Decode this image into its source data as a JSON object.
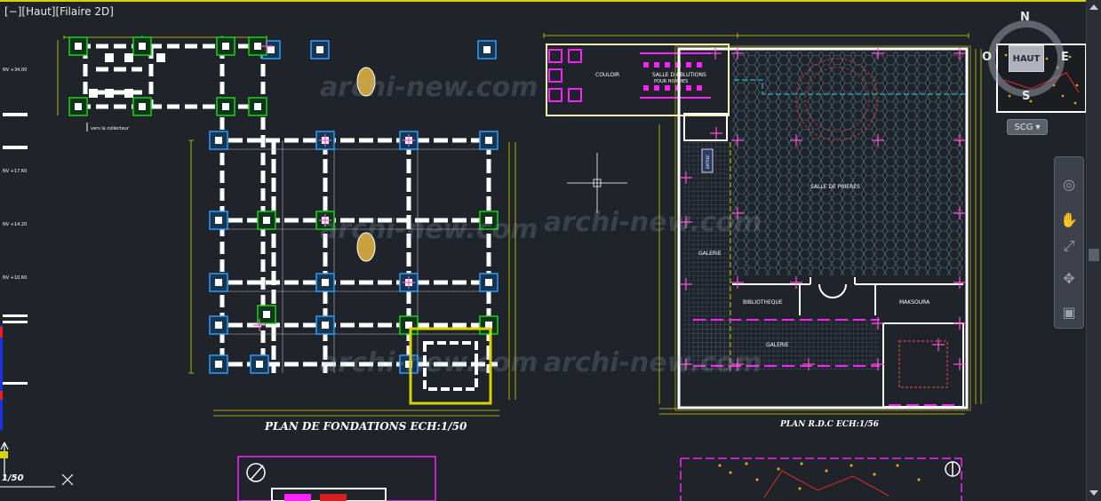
{
  "viewport": {
    "label_minus": "[−]",
    "label_view": "[Haut]",
    "label_style": "[Filaire 2D]"
  },
  "viewcube": {
    "north": "N",
    "west": "O",
    "east": "E",
    "south": "S",
    "face": "HAUT"
  },
  "scg": {
    "label": "SCG"
  },
  "drawing": {
    "foundation_title": "PLAN DE FONDATIONS  ECH:1/50",
    "ground_floor_title": "PLAN R.D.C ECH:1/56",
    "vers_collecteur": "vers la collecteur",
    "rooms": {
      "prayer_hall": "SALLE DE PRIERES",
      "gallery_left": "GALERIE",
      "gallery_bottom": "GALERIE",
      "library": "BIBLIOTHEQUE",
      "maksoura": "MAKSOURA",
      "corridor": "COULOIR",
      "ablutions": "SALLE D'ABLUTIONS",
      "ablutions_sub": "POUR HOMMES",
      "entrance": "ENTREE"
    },
    "levels": [
      "NV +34.00",
      "NV +17.60",
      "NV +14.20",
      "NV +10.60"
    ],
    "scale_label": "1/50",
    "watermark": "archi-new.com"
  },
  "colors": {
    "accent": "#d7d200",
    "column": "#2f9bff",
    "footing": "#19d119",
    "magenta": "#ff22ff",
    "wall": "#ffffff",
    "cyan": "#27d4e8"
  }
}
